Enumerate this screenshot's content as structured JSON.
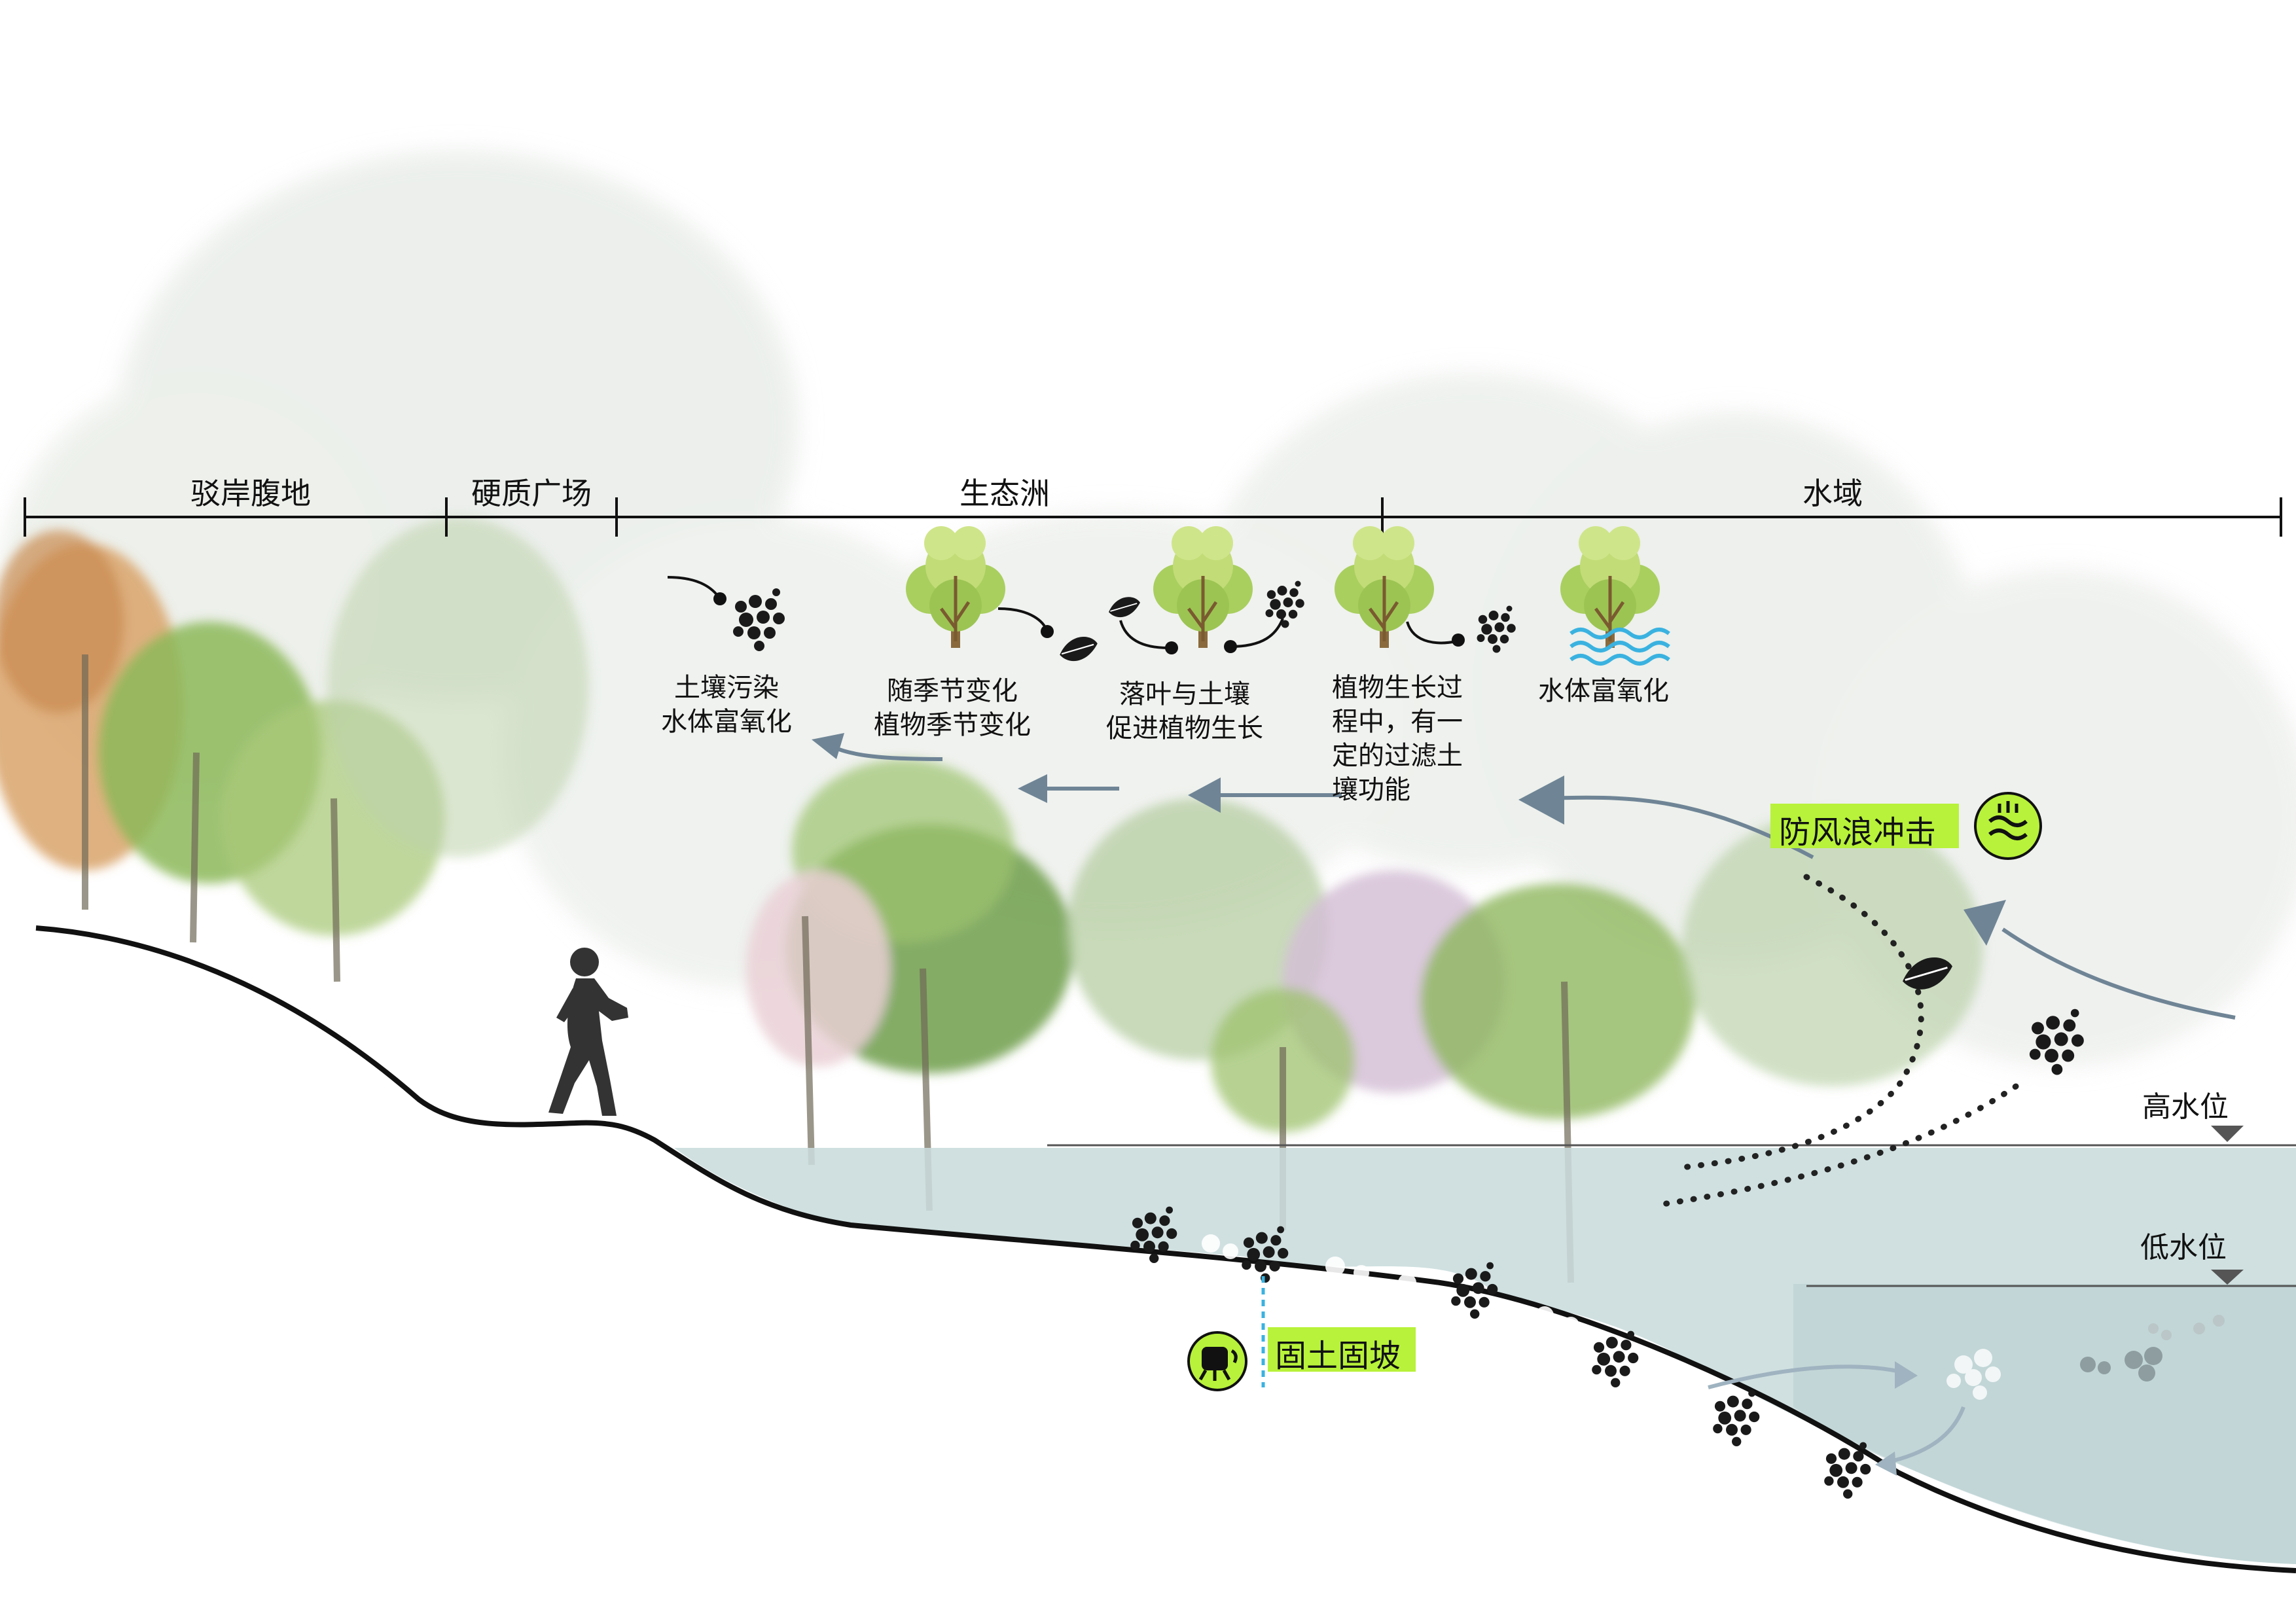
{
  "zones": {
    "bank": "驳岸腹地",
    "plaza": "硬质广场",
    "eco_island": "生态洲",
    "water": "水域"
  },
  "eco_steps": {
    "pollution": "土壤污染\n水体富氧化",
    "seasonal": "随季节变化\n植物季节变化",
    "leaf_fall": "落叶与土壤\n促进植物生长",
    "filtering": "植物生长过\n程中，有一\n定的过滤土\n壤功能",
    "eutrophication": "水体富氧化"
  },
  "water_levels": {
    "high": "高水位",
    "low": "低水位"
  },
  "callouts": {
    "wave_protection": "防风浪冲击",
    "soil_retention": "固土固坡"
  },
  "icons": [
    "tree-icon",
    "leaf-icon",
    "soil-icon",
    "water-wave-icon",
    "wave-shield-icon",
    "fist-root-icon",
    "runner-silhouette"
  ],
  "colors": {
    "water": "#c9dcdc",
    "arrow": "#6f8596",
    "accent_green": "#b8f23a",
    "ground_line": "#111111",
    "tree_light": "#cfe58a",
    "tree_mid": "#93c35c"
  }
}
